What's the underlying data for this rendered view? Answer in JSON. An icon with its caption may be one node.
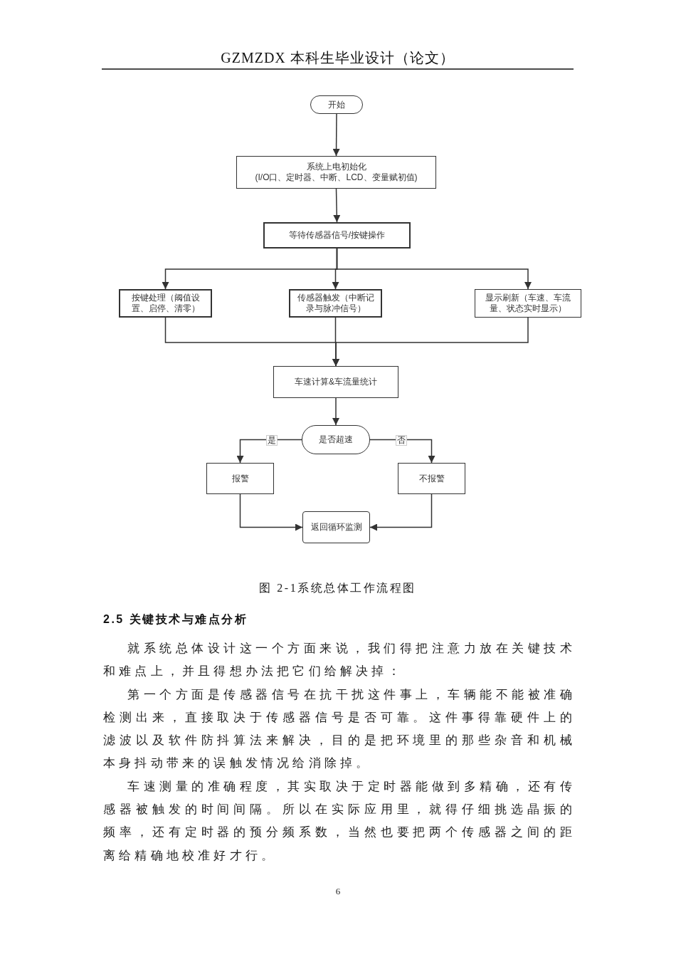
{
  "diagram": {
    "caption": "图 2-1系统总体工作流程图",
    "nodes": [
      {
        "text": [
          "开始"
        ]
      },
      {
        "text": [
          "系统上电初始化",
          "(I/O口、定时器、中断、LCD、变量赋初值)"
        ]
      },
      {
        "text": [
          "等待传感器信号/按键操作"
        ]
      },
      {
        "text": [
          "按键处理（阈值设置、启停、清零）"
        ]
      },
      {
        "text": [
          "传感器触发（中断记录与脉冲信号）"
        ]
      },
      {
        "text": [
          "显示刷新（车速、车流量、状态实时显示）"
        ]
      },
      {
        "text": [
          "车速计算&车流量统计"
        ]
      },
      {
        "text": [
          "是否超速"
        ]
      },
      {
        "text": [
          "报警"
        ]
      },
      {
        "text": [
          "不报警"
        ]
      },
      {
        "text": [
          "返回循环监测"
        ]
      }
    ],
    "edges": [
      {
        "from": 0,
        "to": 1,
        "arrow": "to"
      },
      {
        "from": 1,
        "to": 2,
        "arrow": "to"
      },
      {
        "from": 2,
        "to": 3,
        "arrow": "to"
      },
      {
        "from": 2,
        "to": 4,
        "arrow": "to"
      },
      {
        "from": 2,
        "to": 5,
        "arrow": "to"
      },
      {
        "from": 3,
        "to": 6,
        "arrow": "to"
      },
      {
        "from": 4,
        "to": 6,
        "arrow": "to"
      },
      {
        "from": 5,
        "to": 6,
        "arrow": "to"
      },
      {
        "from": 6,
        "to": 7,
        "arrow": "to"
      },
      {
        "from": 7,
        "to": 8,
        "arrow": "to",
        "label": "是"
      },
      {
        "from": 7,
        "to": 9,
        "arrow": "to",
        "label": "否"
      },
      {
        "from": 8,
        "to": 10,
        "arrow": "to"
      },
      {
        "from": 9,
        "to": 10,
        "arrow": "to"
      }
    ],
    "labels": [
      "GZMZDX 本科生毕业设计（论文）",
      "2.5 关键技术与难点分析",
      "就系统总体设计这一个方面来说，我们得把注意力放在关键技术和难点上，并且得想办法把它们给解决掉：",
      "第一个方面是传感器信号在抗干扰这件事上，车辆能不能被准确检测出来，直接取决于传感器信号是否可靠。这件事得靠硬件上的滤波以及软件防抖算法来解决，目的是把环境里的那些杂音和机械本身抖动带来的误触发情况给消除掉。",
      "车速测量的准确程度，其实取决于定时器能做到多精确，还有传感器被触发的时间间隔。所以在实际应用里，就得仔细挑选晶振的频率，还有定时器的预分频系数，当然也要把两个传感器之间的距离给精确地校准好才行。",
      "6"
    ]
  }
}
